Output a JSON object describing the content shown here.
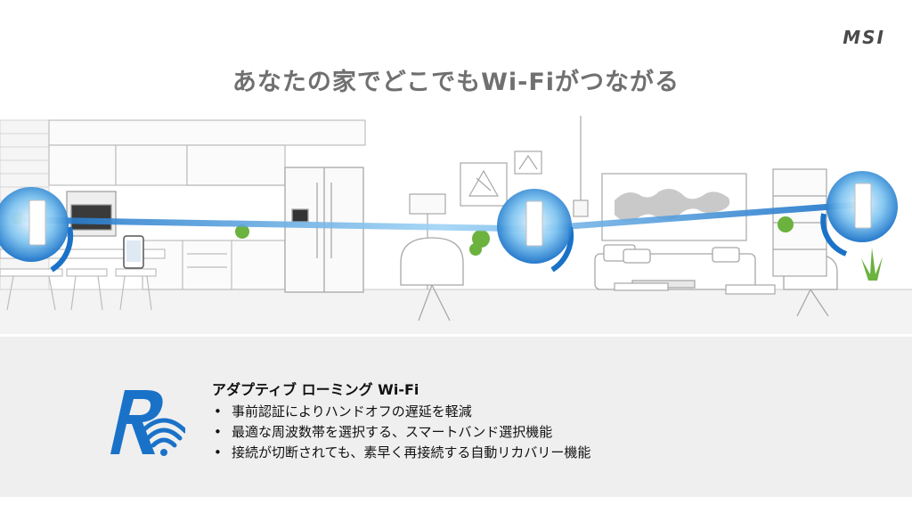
{
  "brand": "MSI",
  "title": "あなたの家でどこでもWi-Fiがつながる",
  "feature": {
    "title": "アダプティブ ローミング Wi-Fi",
    "bullets": [
      "事前認証によりハンドオフの遅延を軽減",
      "最適な周波数帯を選択する、スマートバンド選択機能",
      "接続が切断されても、素早く再接続する自動リカバリー機能"
    ]
  },
  "colors": {
    "accent_blue": "#1a72c8",
    "light_blue": "#9fd3f5",
    "line_gray": "#b8b8b8",
    "panel_bg": "#efefef"
  },
  "icons": [
    "roaming-logo-icon",
    "wifi-icon",
    "router-icon",
    "smartphone-icon",
    "plant-icon",
    "world-map-icon"
  ]
}
